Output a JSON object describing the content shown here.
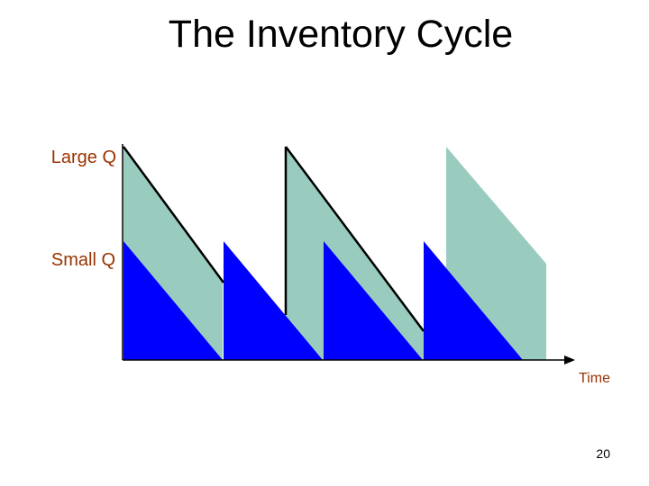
{
  "title": "The Inventory Cycle",
  "labels": {
    "large_q": "Large Q",
    "small_q": "Small Q",
    "time": "Time"
  },
  "page_number": "20",
  "colors": {
    "large_q_fill": "#99CCBF",
    "small_q_fill": "#0000FF",
    "label_text": "#993300",
    "line": "#000000"
  }
}
